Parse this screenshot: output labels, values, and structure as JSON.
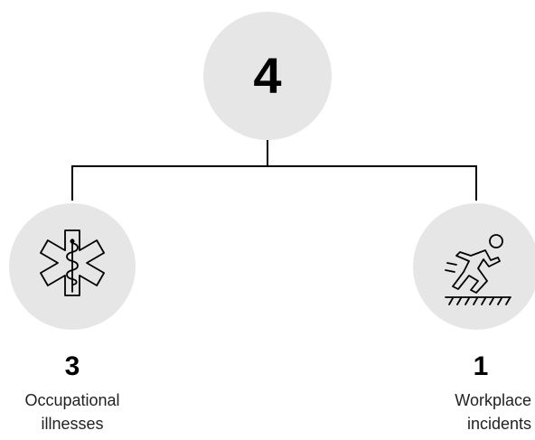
{
  "total": {
    "value": "4"
  },
  "branches": [
    {
      "value": "3",
      "label_line1": "Occupational",
      "label_line2": "illnesses",
      "icon": "star-of-life-icon"
    },
    {
      "value": "1",
      "label_line1": "Workplace",
      "label_line2": "incidents",
      "icon": "slip-fall-icon"
    }
  ],
  "colors": {
    "circle_fill": "#e6e6e6",
    "line": "#000000",
    "text": "#000000"
  }
}
